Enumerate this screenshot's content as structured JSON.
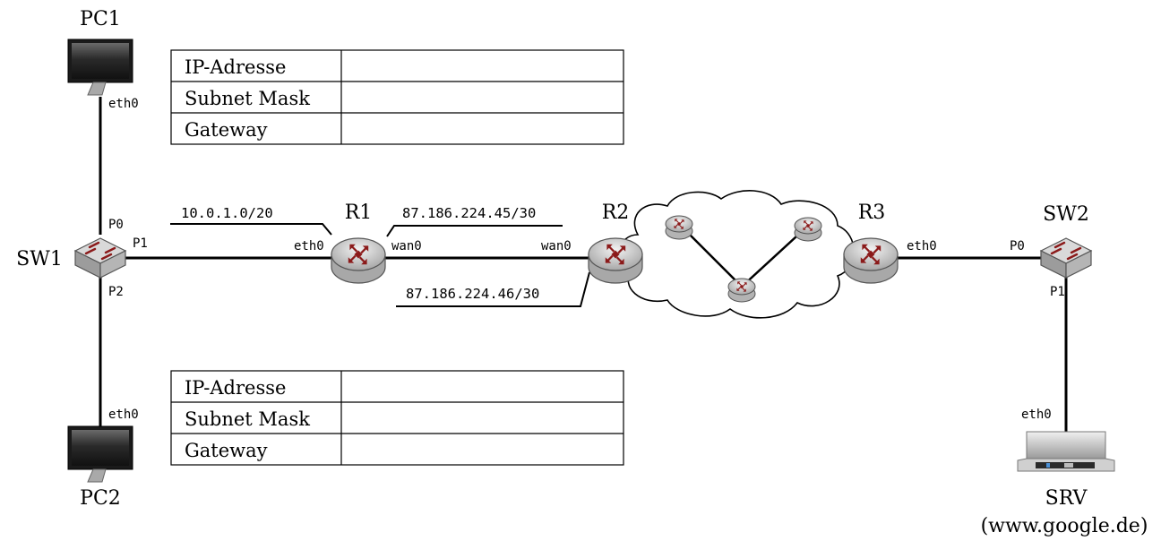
{
  "nodes": {
    "pc1": "PC1",
    "pc2": "PC2",
    "sw1": "SW1",
    "sw2": "SW2",
    "r1": "R1",
    "r2": "R2",
    "r3": "R3",
    "srv": "SRV",
    "srv_host": "(www.google.de)"
  },
  "ports": {
    "pc1_eth0": "eth0",
    "pc2_eth0": "eth0",
    "sw1_p0": "P0",
    "sw1_p1": "P1",
    "sw1_p2": "P2",
    "r1_eth0": "eth0",
    "r1_wan0": "wan0",
    "r2_wan0": "wan0",
    "r3_eth0": "eth0",
    "sw2_p0": "P0",
    "sw2_p1": "P1",
    "srv_eth0": "eth0"
  },
  "networks": {
    "lan": "10.0.1.0/20",
    "r1_wan_ip": "87.186.224.45/30",
    "r2_wan_ip": "87.186.224.46/30"
  },
  "config_table_top": {
    "rows": [
      {
        "label": "IP-Adresse",
        "value": ""
      },
      {
        "label": "Subnet Mask",
        "value": ""
      },
      {
        "label": "Gateway",
        "value": ""
      }
    ]
  },
  "config_table_bottom": {
    "rows": [
      {
        "label": "IP-Adresse",
        "value": ""
      },
      {
        "label": "Subnet Mask",
        "value": ""
      },
      {
        "label": "Gateway",
        "value": ""
      }
    ]
  },
  "colors": {
    "router_arrow": "#8b1a1a",
    "device_body": "#c8c8c8",
    "link": "#000000"
  }
}
